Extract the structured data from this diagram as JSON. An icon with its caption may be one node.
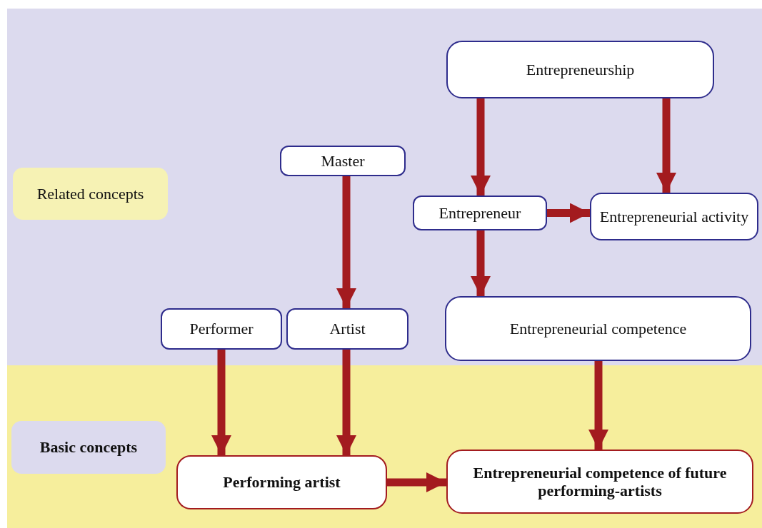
{
  "diagram": {
    "nodes": [
      {
        "text": [
          "Related concepts"
        ]
      },
      {
        "text": [
          "Basic concepts"
        ]
      },
      {
        "text": [
          "Entrepreneurship"
        ]
      },
      {
        "text": [
          "Master"
        ]
      },
      {
        "text": [
          "Entrepreneur"
        ]
      },
      {
        "text": [
          "Entrepreneurial activity"
        ]
      },
      {
        "text": [
          "Performer"
        ]
      },
      {
        "text": [
          "Artist"
        ]
      },
      {
        "text": [
          "Entrepreneurial competence"
        ]
      },
      {
        "text": [
          "Performing artist"
        ]
      },
      {
        "text": [
          "Entrepreneurial competence of future performing-artists"
        ]
      }
    ],
    "edges": [
      {
        "from": 2,
        "to": 4,
        "arrow": "to"
      },
      {
        "from": 2,
        "to": 5,
        "arrow": "to"
      },
      {
        "from": 4,
        "to": 5,
        "arrow": "to"
      },
      {
        "from": 3,
        "to": 7,
        "arrow": "to"
      },
      {
        "from": 4,
        "to": 8,
        "arrow": "to"
      },
      {
        "from": 6,
        "to": 9,
        "arrow": "to"
      },
      {
        "from": 7,
        "to": 9,
        "arrow": "to"
      },
      {
        "from": 8,
        "to": 10,
        "arrow": "to"
      },
      {
        "from": 9,
        "to": 10,
        "arrow": "to"
      }
    ]
  }
}
